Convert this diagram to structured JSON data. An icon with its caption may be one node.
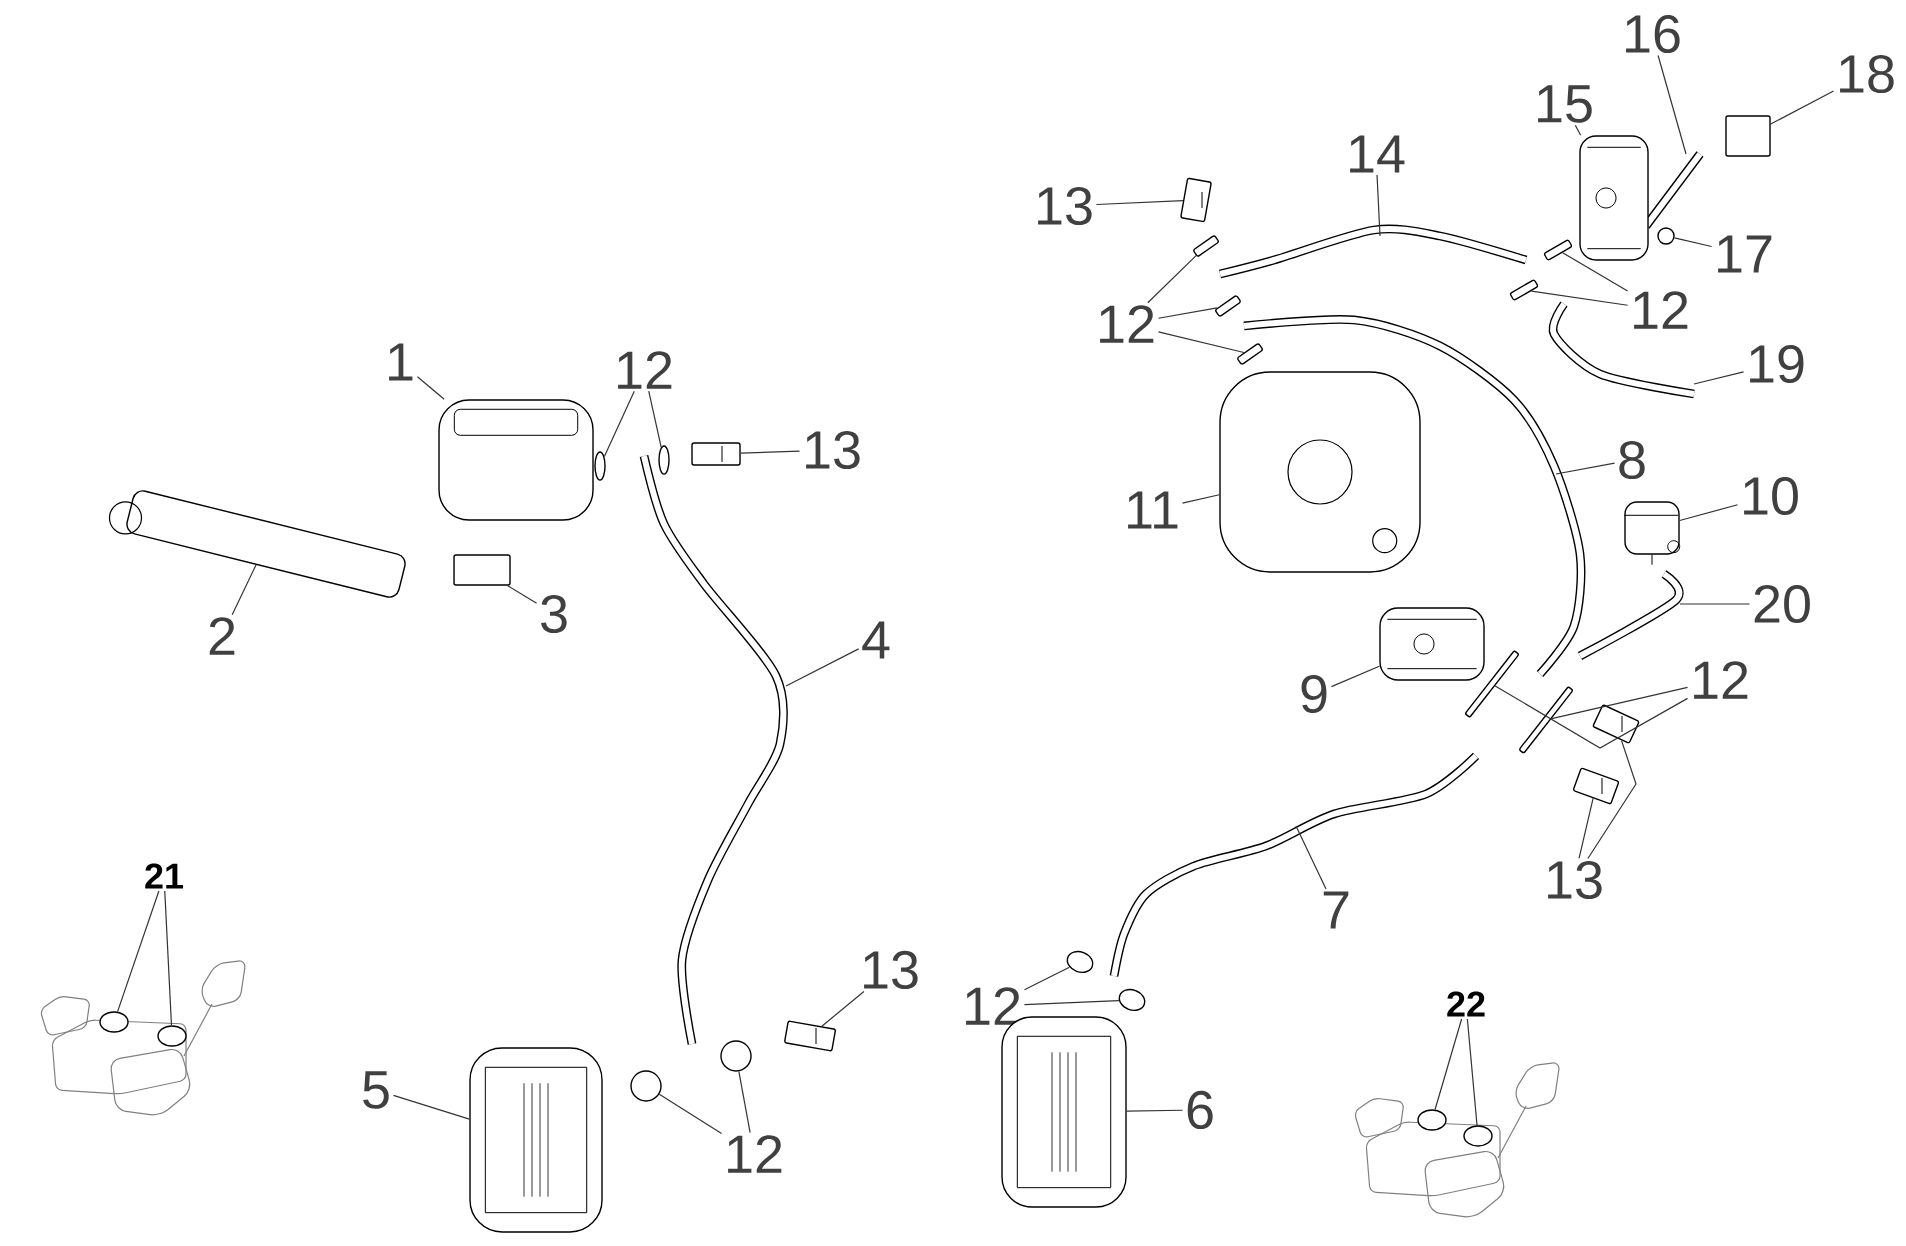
{
  "diagram": {
    "nodes": [
      {
        "text": [
          "16"
        ]
      },
      {
        "text": [
          "18"
        ]
      },
      {
        "text": [
          "15"
        ]
      },
      {
        "text": [
          "14"
        ]
      },
      {
        "text": [
          "13"
        ]
      },
      {
        "text": [
          "17"
        ]
      },
      {
        "text": [
          "12"
        ]
      },
      {
        "text": [
          "12"
        ]
      },
      {
        "text": [
          "19"
        ]
      },
      {
        "text": [
          "1"
        ]
      },
      {
        "text": [
          "12"
        ]
      },
      {
        "text": [
          "13"
        ]
      },
      {
        "text": [
          "8"
        ]
      },
      {
        "text": [
          "11"
        ]
      },
      {
        "text": [
          "10"
        ]
      },
      {
        "text": [
          "2"
        ]
      },
      {
        "text": [
          "3"
        ]
      },
      {
        "text": [
          "20"
        ]
      },
      {
        "text": [
          "4"
        ]
      },
      {
        "text": [
          "9"
        ]
      },
      {
        "text": [
          "12"
        ]
      },
      {
        "text": [
          "13"
        ]
      },
      {
        "text": [
          "7"
        ]
      },
      {
        "text": [
          "21"
        ]
      },
      {
        "text": [
          "13"
        ]
      },
      {
        "text": [
          "12"
        ]
      },
      {
        "text": [
          "22"
        ]
      },
      {
        "text": [
          "5"
        ]
      },
      {
        "text": [
          "6"
        ]
      },
      {
        "text": [
          "12"
        ]
      },
      {
        "text": [],
        "shape": "picture"
      },
      {
        "text": [],
        "shape": "picture"
      },
      {
        "text": [],
        "shape": "box"
      },
      {
        "text": [],
        "shape": "picture"
      },
      {
        "text": [],
        "shape": "picture"
      },
      {
        "text": [],
        "shape": "picture"
      },
      {
        "text": [],
        "shape": "picture"
      },
      {
        "text": [],
        "shape": "picture"
      },
      {
        "text": [],
        "shape": "box"
      },
      {
        "text": [],
        "shape": "box"
      },
      {
        "text": [],
        "shape": "box"
      },
      {
        "text": [],
        "shape": "box"
      },
      {
        "text": [],
        "shape": "box"
      },
      {
        "text": [],
        "shape": "picture"
      },
      {
        "text": [],
        "shape": "circle"
      },
      {
        "text": [],
        "shape": "box"
      },
      {
        "text": [],
        "shape": "circle"
      },
      {
        "text": [],
        "shape": "circle"
      },
      {
        "text": [],
        "shape": "circle"
      },
      {
        "text": [],
        "shape": "circle"
      },
      {
        "text": [],
        "shape": "box"
      },
      {
        "text": [],
        "shape": "box"
      },
      {
        "text": [],
        "shape": "box"
      },
      {
        "text": [],
        "shape": "box"
      },
      {
        "text": [],
        "shape": "box"
      },
      {
        "text": [],
        "shape": "box"
      },
      {
        "text": [],
        "shape": "box"
      },
      {
        "text": [],
        "shape": "circle"
      },
      {
        "text": [],
        "shape": "circle"
      },
      {
        "text": [],
        "shape": "circle"
      },
      {
        "text": [],
        "shape": "circle"
      },
      {
        "text": [],
        "shape": "circle"
      },
      {
        "text": [],
        "shape": "circle"
      }
    ],
    "edges": [
      {
        "from": 9,
        "to": 30,
        "arrow": "none"
      },
      {
        "from": 15,
        "to": 31,
        "arrow": "none"
      },
      {
        "from": 16,
        "to": 32,
        "arrow": "none"
      },
      {
        "from": 18,
        "to": null,
        "arrow": "none"
      },
      {
        "from": 27,
        "to": 33,
        "arrow": "none"
      },
      {
        "from": 28,
        "to": 34,
        "arrow": "none"
      },
      {
        "from": 22,
        "to": null,
        "arrow": "none"
      },
      {
        "from": 12,
        "to": null,
        "arrow": "none"
      },
      {
        "from": 19,
        "to": 35,
        "arrow": "none"
      },
      {
        "from": 14,
        "to": 36,
        "arrow": "none"
      },
      {
        "from": 13,
        "to": 37,
        "arrow": "none"
      },
      {
        "from": 4,
        "to": 38,
        "arrow": "none"
      },
      {
        "from": 11,
        "to": 39,
        "arrow": "none"
      },
      {
        "from": 24,
        "to": 40,
        "arrow": "none"
      },
      {
        "from": 21,
        "to": 42,
        "arrow": "none"
      },
      {
        "from": 21,
        "to": 41,
        "arrow": "none"
      },
      {
        "from": 3,
        "to": null,
        "arrow": "none"
      },
      {
        "from": 2,
        "to": 43,
        "arrow": "none"
      },
      {
        "from": 0,
        "to": null,
        "arrow": "none"
      },
      {
        "from": 5,
        "to": 44,
        "arrow": "none"
      },
      {
        "from": 1,
        "to": 45,
        "arrow": "none"
      },
      {
        "from": 8,
        "to": null,
        "arrow": "none"
      },
      {
        "from": 17,
        "to": null,
        "arrow": "none"
      },
      {
        "from": 10,
        "to": 46,
        "arrow": "none"
      },
      {
        "from": 10,
        "to": 47,
        "arrow": "none"
      },
      {
        "from": 29,
        "to": 48,
        "arrow": "none"
      },
      {
        "from": 29,
        "to": 49,
        "arrow": "none"
      },
      {
        "from": 6,
        "to": 50,
        "arrow": "none"
      },
      {
        "from": 6,
        "to": 51,
        "arrow": "none"
      },
      {
        "from": 6,
        "to": 52,
        "arrow": "none"
      },
      {
        "from": 7,
        "to": 53,
        "arrow": "none"
      },
      {
        "from": 7,
        "to": 54,
        "arrow": "none"
      },
      {
        "from": 20,
        "to": 56,
        "arrow": "none"
      },
      {
        "from": 20,
        "to": 55,
        "arrow": "none"
      },
      {
        "from": 25,
        "to": 57,
        "arrow": "none"
      },
      {
        "from": 25,
        "to": 58,
        "arrow": "none"
      },
      {
        "from": 23,
        "to": 59,
        "arrow": "none"
      },
      {
        "from": 23,
        "to": 60,
        "arrow": "none"
      },
      {
        "from": 26,
        "to": 61,
        "arrow": "none"
      },
      {
        "from": 26,
        "to": 62,
        "arrow": "none"
      }
    ]
  }
}
